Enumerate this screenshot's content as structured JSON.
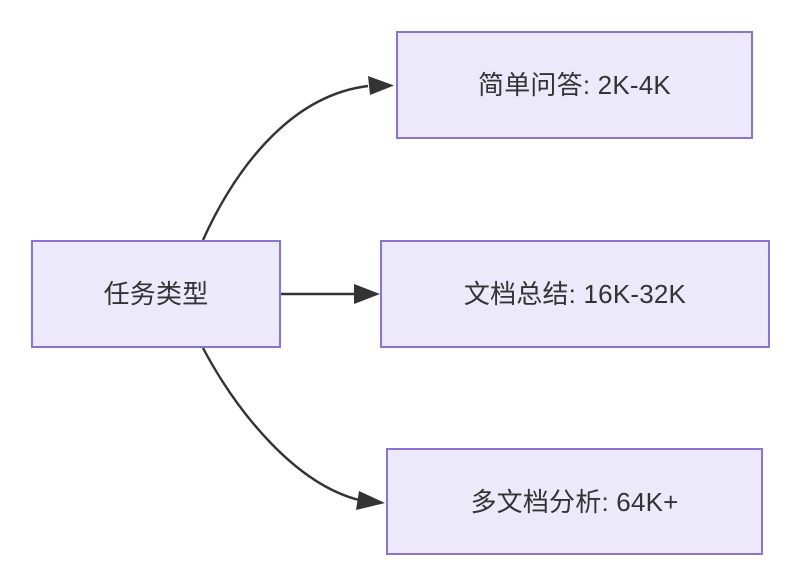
{
  "diagram": {
    "type": "flowchart",
    "direction": "left-to-right",
    "background_color": "#ffffff",
    "node_fill_color": "#ece9fb",
    "node_border_color": "#8b73d4",
    "text_color": "#333333",
    "edge_color": "#333333",
    "nodes": [
      {
        "id": "source",
        "label": "任务类型",
        "role": "root"
      },
      {
        "id": "simple",
        "label": "简单问答: 2K-4K",
        "role": "leaf"
      },
      {
        "id": "summary",
        "label": "文档总结: 16K-32K",
        "role": "leaf"
      },
      {
        "id": "multi",
        "label": "多文档分析: 64K+",
        "role": "leaf"
      }
    ],
    "edges": [
      {
        "from": "source",
        "to": "simple",
        "style": "curved",
        "arrow": "single"
      },
      {
        "from": "source",
        "to": "summary",
        "style": "straight",
        "arrow": "single"
      },
      {
        "from": "source",
        "to": "multi",
        "style": "curved",
        "arrow": "single"
      }
    ]
  }
}
